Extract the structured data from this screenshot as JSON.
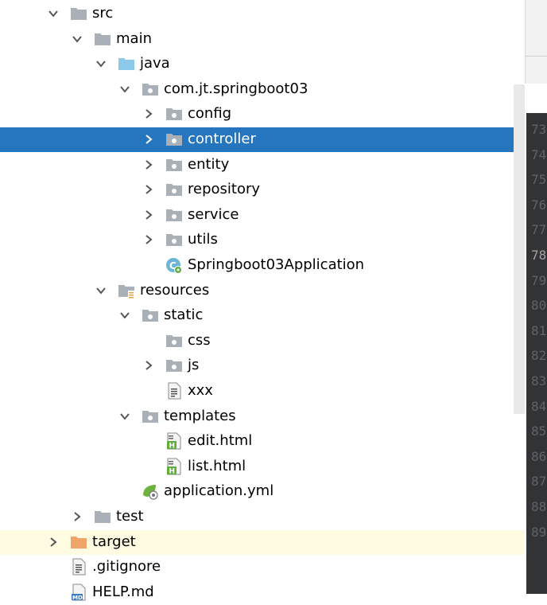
{
  "tree": [
    {
      "label": "src",
      "indent": 0,
      "arrow": "down",
      "icon": "folder-icon"
    },
    {
      "label": "main",
      "indent": 1,
      "arrow": "down",
      "icon": "folder-icon"
    },
    {
      "label": "java",
      "indent": 2,
      "arrow": "down",
      "icon": "source-folder-icon"
    },
    {
      "label": "com.jt.springboot03",
      "indent": 3,
      "arrow": "down",
      "icon": "package-icon"
    },
    {
      "label": "config",
      "indent": 4,
      "arrow": "right",
      "icon": "package-icon"
    },
    {
      "label": "controller",
      "indent": 4,
      "arrow": "right",
      "icon": "package-icon",
      "selected": true
    },
    {
      "label": "entity",
      "indent": 4,
      "arrow": "right",
      "icon": "package-icon"
    },
    {
      "label": "repository",
      "indent": 4,
      "arrow": "right",
      "icon": "package-icon"
    },
    {
      "label": "service",
      "indent": 4,
      "arrow": "right",
      "icon": "package-icon"
    },
    {
      "label": "utils",
      "indent": 4,
      "arrow": "right",
      "icon": "package-icon"
    },
    {
      "label": "Springboot03Application",
      "indent": 4,
      "arrow": "none",
      "icon": "spring-boot-class-icon"
    },
    {
      "label": "resources",
      "indent": 2,
      "arrow": "down",
      "icon": "resources-folder-icon"
    },
    {
      "label": "static",
      "indent": 3,
      "arrow": "down",
      "icon": "package-icon"
    },
    {
      "label": "css",
      "indent": 4,
      "arrow": "none",
      "icon": "package-icon"
    },
    {
      "label": "js",
      "indent": 4,
      "arrow": "right",
      "icon": "package-icon"
    },
    {
      "label": "xxx",
      "indent": 4,
      "arrow": "none",
      "icon": "text-file-icon"
    },
    {
      "label": "templates",
      "indent": 3,
      "arrow": "down",
      "icon": "package-icon"
    },
    {
      "label": "edit.html",
      "indent": 4,
      "arrow": "none",
      "icon": "html-file-icon"
    },
    {
      "label": "list.html",
      "indent": 4,
      "arrow": "none",
      "icon": "html-file-icon"
    },
    {
      "label": "application.yml",
      "indent": 3,
      "arrow": "none",
      "icon": "spring-config-icon"
    },
    {
      "label": "test",
      "indent": 1,
      "arrow": "right",
      "icon": "folder-icon"
    },
    {
      "label": "target",
      "indent": 0,
      "arrow": "right",
      "icon": "excluded-folder-icon",
      "ignored": true
    },
    {
      "label": ".gitignore",
      "indent": 0,
      "arrow": "none",
      "icon": "text-file-icon"
    },
    {
      "label": "HELP.md",
      "indent": 0,
      "arrow": "none",
      "icon": "markdown-file-icon"
    }
  ],
  "gutter": {
    "line_numbers": [
      "73",
      "74",
      "75",
      "76",
      "77",
      "78",
      "79",
      "80",
      "81",
      "82",
      "83",
      "84",
      "85",
      "86",
      "87",
      "88",
      "89"
    ],
    "current_line": "78"
  },
  "colors": {
    "selection": "#2675bf",
    "folder": "#a9b0b7",
    "source_folder": "#8cc8e8",
    "excluded_folder": "#f0a467",
    "ignored_row": "#fffbe0",
    "gutter_bg": "#313335"
  }
}
